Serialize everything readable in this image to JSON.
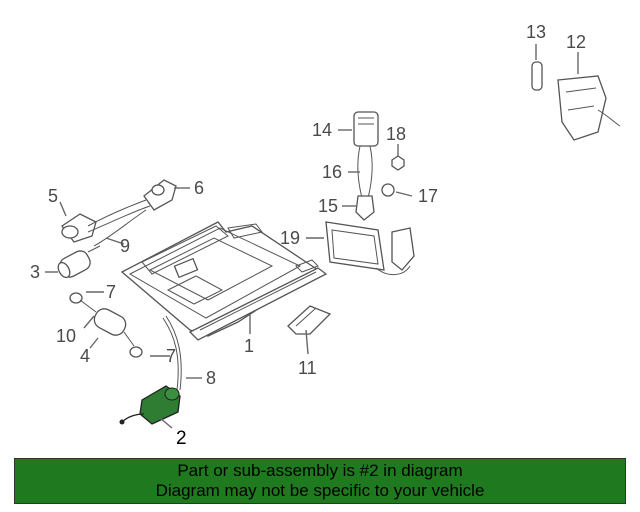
{
  "colors": {
    "banner_bg": "#1f7a1f",
    "highlight_part": "#2e7d32",
    "line": "#666666"
  },
  "callouts": [
    "1",
    "2",
    "3",
    "4",
    "5",
    "6",
    "7",
    "7",
    "7",
    "8",
    "9",
    "10",
    "11",
    "12",
    "13",
    "14",
    "15",
    "16",
    "17",
    "18",
    "19"
  ],
  "highlighted_part": "2",
  "banner": {
    "line1": "Part or sub-assembly is #2 in diagram",
    "line2": "Diagram may not be specific to your vehicle"
  }
}
